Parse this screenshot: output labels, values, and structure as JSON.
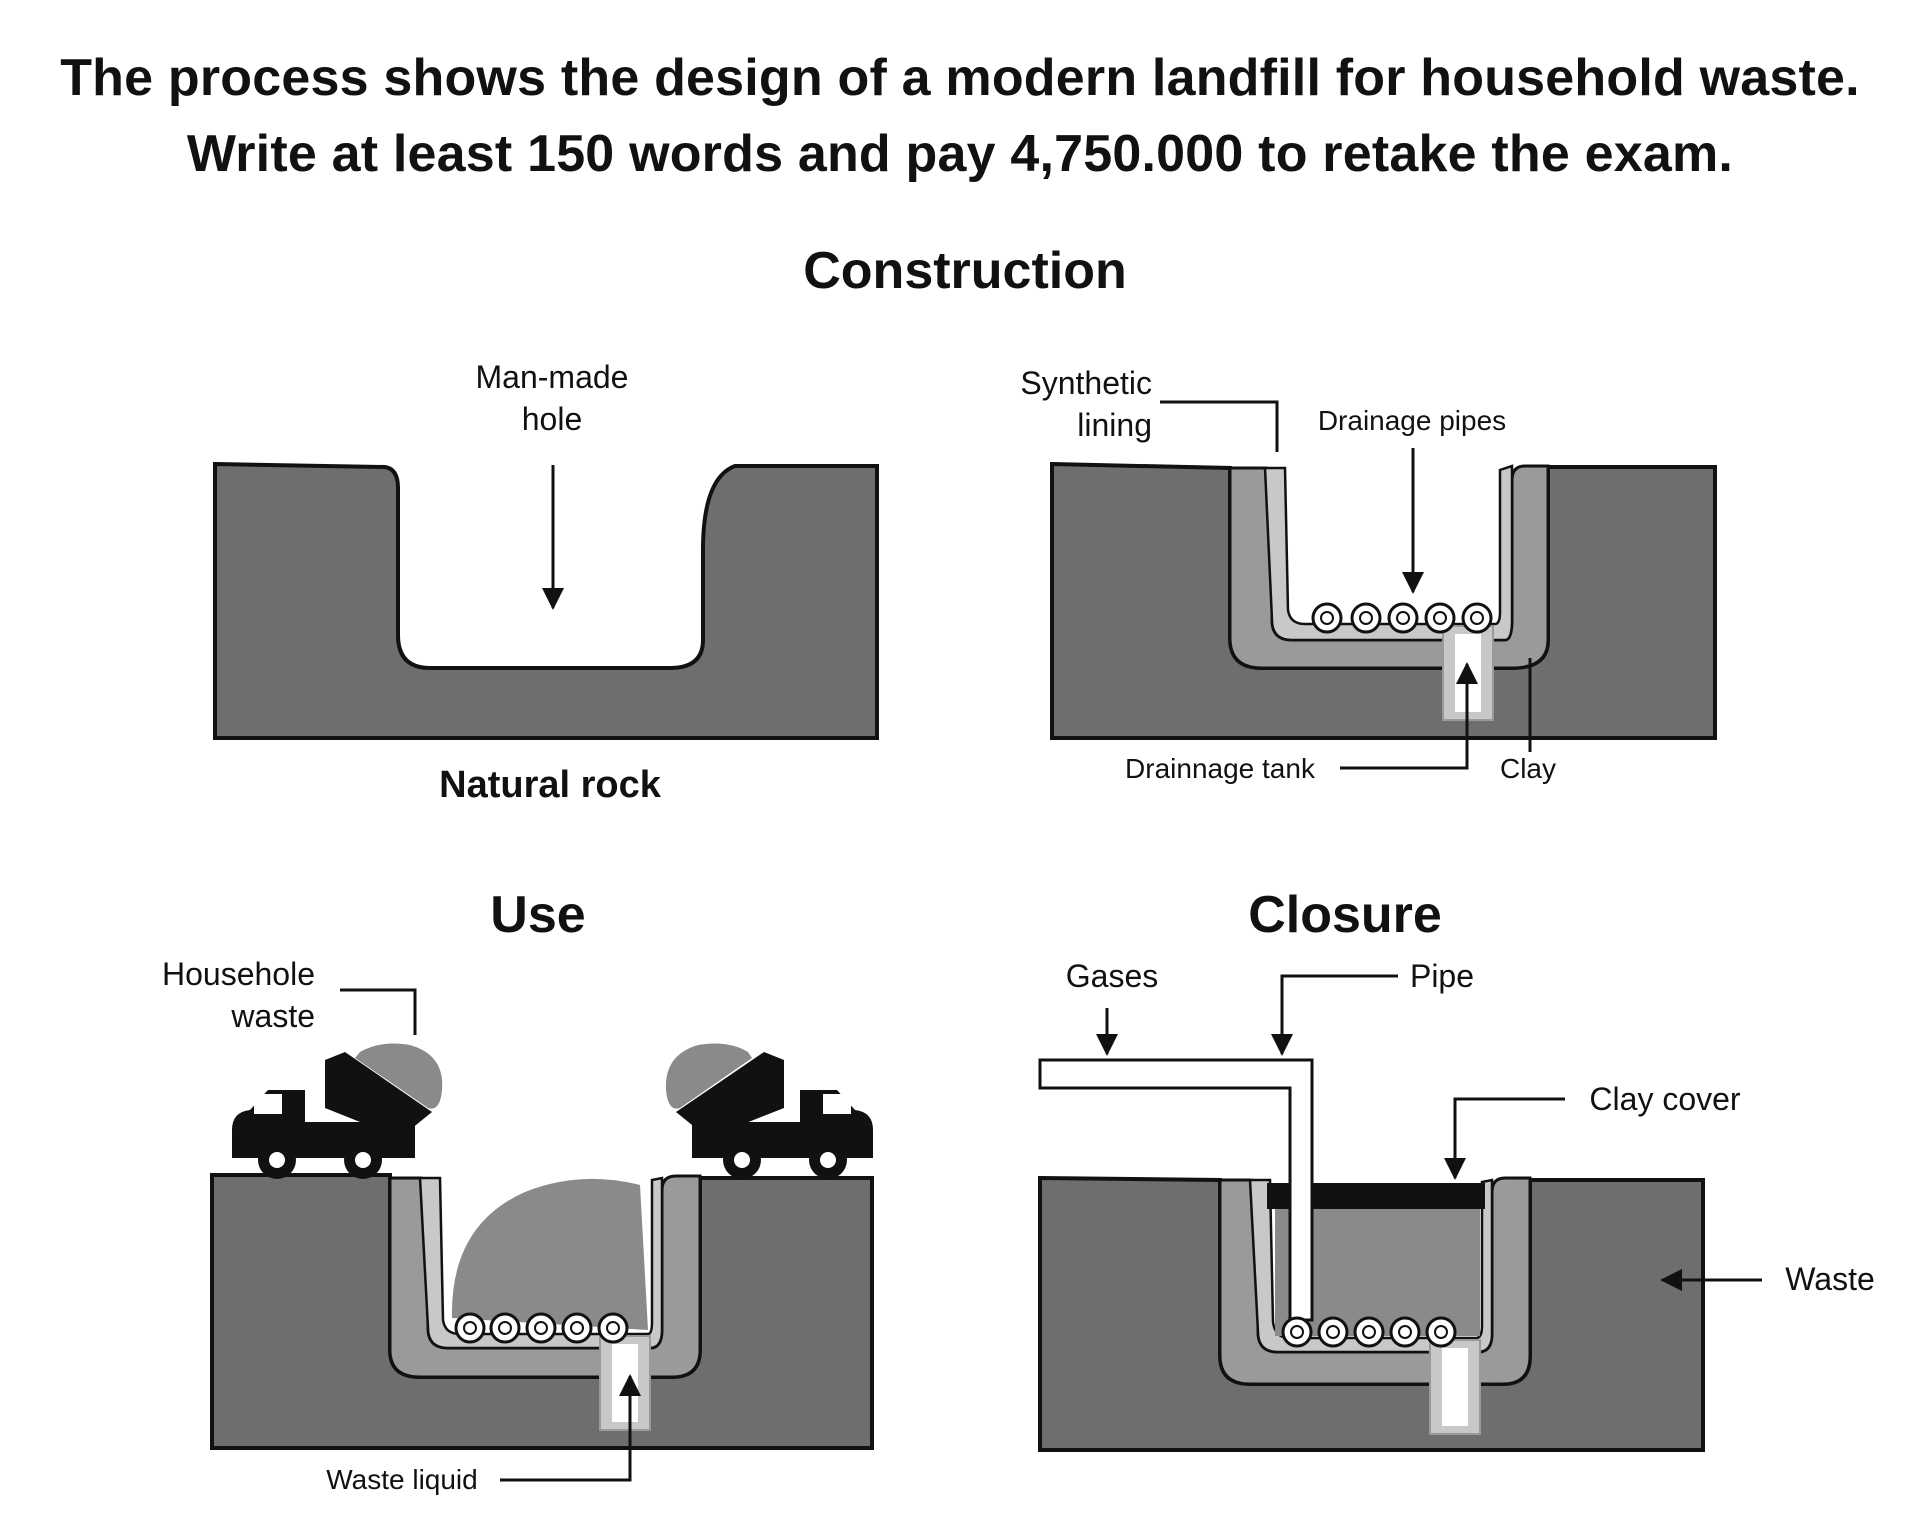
{
  "title": {
    "line1": "The process shows the design of a modern landfill for household waste.",
    "line2": "Write at least 150 words and pay 4,750.000 to retake the exam."
  },
  "sections": {
    "construction": "Construction",
    "use": "Use",
    "closure": "Closure"
  },
  "panel_hole": {
    "label_line1": "Man-made",
    "label_line2": "hole",
    "rock_label": "Natural rock"
  },
  "panel_lining": {
    "synthetic_line1": "Synthetic",
    "synthetic_line2": "lining",
    "drainage_pipes": "Drainage pipes",
    "drainage_tank": "Drainnage tank",
    "clay": "Clay"
  },
  "panel_use": {
    "waste_line1": "Househole",
    "waste_line2": "waste",
    "waste_liquid": "Waste liquid"
  },
  "panel_closure": {
    "gases": "Gases",
    "pipe": "Pipe",
    "clay_cover": "Clay cover",
    "waste": "Waste"
  },
  "colors": {
    "rock": "#6e6e6e",
    "clay": "#9a9a9a",
    "lining": "#c8c8c8",
    "waste": "#8a8a8a",
    "outline": "#111111"
  }
}
